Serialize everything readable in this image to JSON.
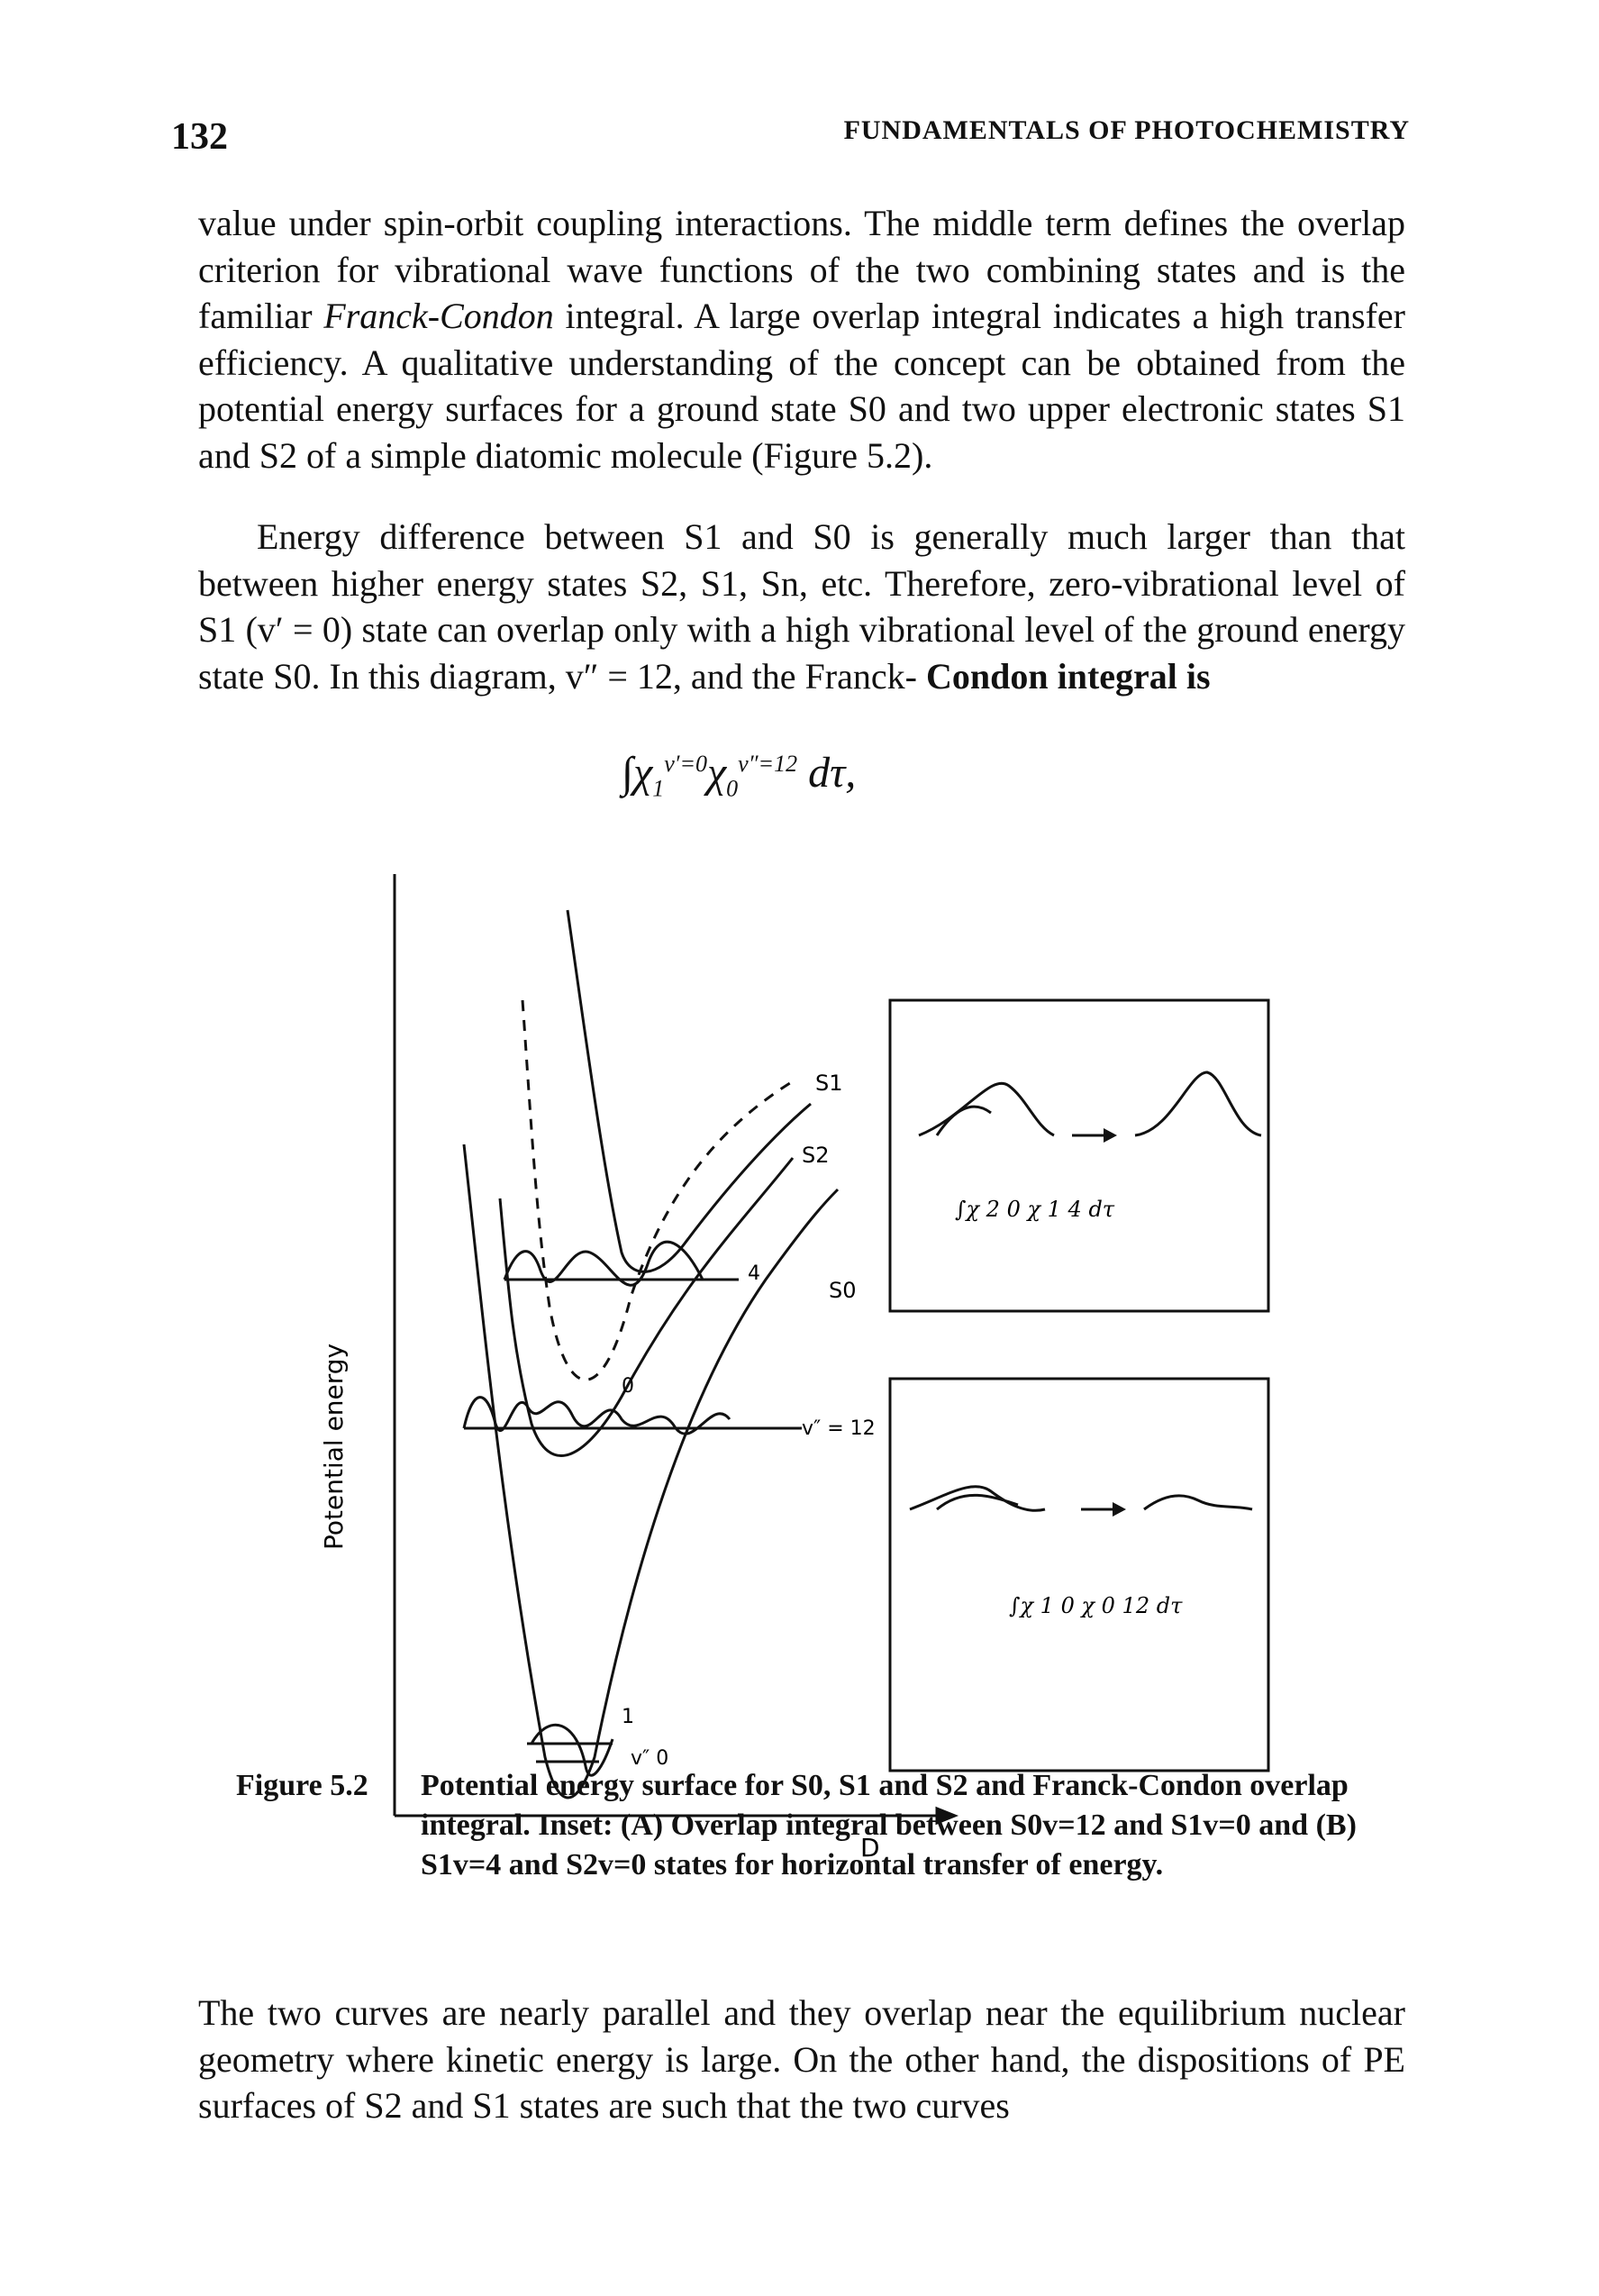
{
  "header": {
    "page_number": "132",
    "running_title": "FUNDAMENTALS OF PHOTOCHEMISTRY"
  },
  "paragraph1": {
    "text_a": "value under spin-orbit coupling interactions. The middle term defines the overlap criterion for vibrational wave functions of the two combining states and is the familiar ",
    "italic": "Franck-Condon",
    "text_b": " integral. A large overlap integral indicates a high transfer efficiency. A qualitative understanding of the concept can be obtained from the potential energy surfaces for a ground state S0 and two upper electronic states S1 and S2 of a simple diatomic molecule (Figure 5.2)."
  },
  "paragraph2": {
    "text": "Energy difference between S1 and S0 is generally much larger than that between higher energy states S2, S1, Sn, etc. Therefore, zero-vibrational level of S1 (v′ = 0) state can overlap only with a high vibrational level of the ground energy state S0. In this diagram, v″ = 12, and the Franck-",
    "bold_tail": "Condon integral is"
  },
  "equation": {
    "integral": "∫χ",
    "sub1": "1",
    "sup1": "v′=0",
    "mid": "χ",
    "sub2": "0",
    "sup2": "v″=12",
    "tail": " dτ,",
    "rendered": "∫χ1v′=0 χ0v″=12 dτ,"
  },
  "figure": {
    "y_axis_label": "Potential energy",
    "x_axis_label": "D",
    "curve_labels": {
      "s1": "S1",
      "s2": "S2",
      "s0": "S0"
    },
    "level_labels": {
      "v4": "4",
      "v0_upper": "0",
      "v12": "v″ = 12",
      "v1": "1",
      "v0_ground": "v″ 0"
    },
    "inset_a": {
      "formula": "∫χ 2 0 χ 1 4 dτ"
    },
    "inset_b": {
      "formula": "∫χ 1 0 χ 0 12 dτ"
    }
  },
  "caption": {
    "label": "Figure 5.2",
    "text": "Potential energy surface for S0, S1 and S2 and Franck-Condon overlap integral. Inset: (A) Overlap integral between S0v=12 and S1v=0 and (B) S1v=4 and S2v=0 states for horizontal transfer of energy."
  },
  "paragraph3": {
    "text": "The two curves are nearly parallel and they overlap near the equilibrium nuclear geometry where kinetic energy is large. On the other hand, the dispositions of PE surfaces of S2 and S1 states are such that the two curves"
  }
}
